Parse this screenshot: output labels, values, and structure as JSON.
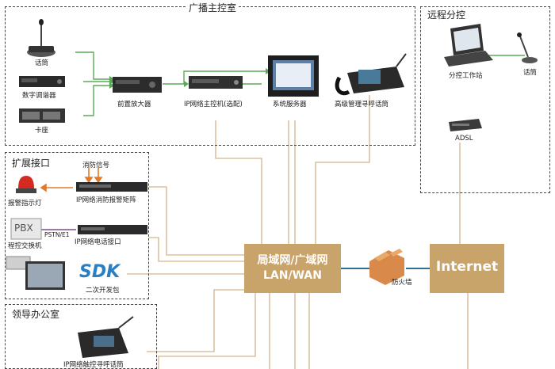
{
  "regions": {
    "broadcast": "广播主控室",
    "remote": "远程分控",
    "expansion": "扩展接口",
    "leader": "领导办公室"
  },
  "devices": {
    "mic": "话筒",
    "tuner": "数字调谐器",
    "deck": "卡座",
    "preamp": "前置放大器",
    "ip_host": "IP网络主控机(选配)",
    "server": "系统服务器",
    "pager_adv": "高级管理寻呼话筒",
    "remote_pc": "分控工作站",
    "remote_mic": "话筒",
    "adsl": "ADSL",
    "fire_signal": "消防信号",
    "alarm_light": "报警指示灯",
    "fire_matrix": "IP网络消防报警矩阵",
    "pbx_box": "PBX",
    "pbx": "程控交换机",
    "pstn": "PSTN/E1",
    "phone_if": "IP网络电话接口",
    "sdk_logo": "SDK",
    "sdk": "二次开发包",
    "touch_pager": "IP网络触控寻呼话筒",
    "firewall": "防火墙"
  },
  "hubs": {
    "lan_cn": "局域网/广域网",
    "lan_en": "LAN/WAN",
    "internet": "Internet"
  },
  "colors": {
    "hub_fill": "#c8a36a",
    "line_tan": "#d2b48c",
    "line_green": "#5aaa55",
    "line_orange": "#e07a2a",
    "line_blue": "#2f6f95",
    "line_purple": "#7a4c8c"
  }
}
